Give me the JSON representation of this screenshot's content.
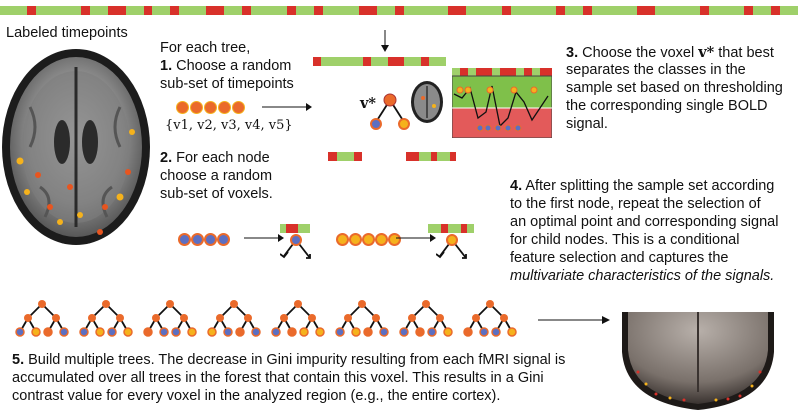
{
  "timeline_pattern": "gggrgggggrggrrggrggrgggrrggrggggrggrggggrrggrgggggrrggggrgggggrggrgggggrrgggggrggggrggrgg",
  "colors": {
    "strip_green": "#9fd06a",
    "strip_red": "#d8312a",
    "node_orange": "#ea6a2b",
    "node_yellow": "#f5b21c",
    "leaf_blue": "#5c6fc2",
    "plot_green": "#7fc04a",
    "plot_red": "#e35a5a"
  },
  "labels": {
    "labeled_timepoints": "Labeled timepoints",
    "for_each_tree": "For each tree,",
    "step1_num": "1.",
    "step1_line1": "Choose a random",
    "step1_line2": "sub-set of timepoints",
    "sample_set": "{v1, v2, v3, v4, v5}",
    "step2_num": "2.",
    "step2_line1": "For each node",
    "step2_line2": "choose a random",
    "step2_line3": "sub-set of voxels.",
    "vstar": "v*",
    "step3_num": "3.",
    "step3_line1": "Choose the voxel",
    "step3_vstar": "v*",
    "step3_line1b": "that best",
    "step3_line2": "separates the classes in the",
    "step3_line3": "sample set based on thresholding",
    "step3_line4": "the corresponding single BOLD",
    "step3_line5": "signal.",
    "step4_num": "4.",
    "step4_line1": "After splitting the sample set according",
    "step4_line2": "to the first node, repeat the selection of",
    "step4_line3": "an optimal point and corresponding signal",
    "step4_line4": "for child nodes. This is a conditional",
    "step4_line5": "feature selection and captures the",
    "step4_line6": "multivariate characteristics of the signals.",
    "step5_num": "5.",
    "step5_line1": "Build multiple trees. The decrease in Gini impurity resulting from each fMRI signal is",
    "step5_line2": "accumulated over all trees in the forest that contain this voxel. This results in a Gini",
    "step5_line3": "contrast value for every voxel in the analyzed region (e.g., the entire cortex)."
  },
  "forest_tree_count": 8
}
